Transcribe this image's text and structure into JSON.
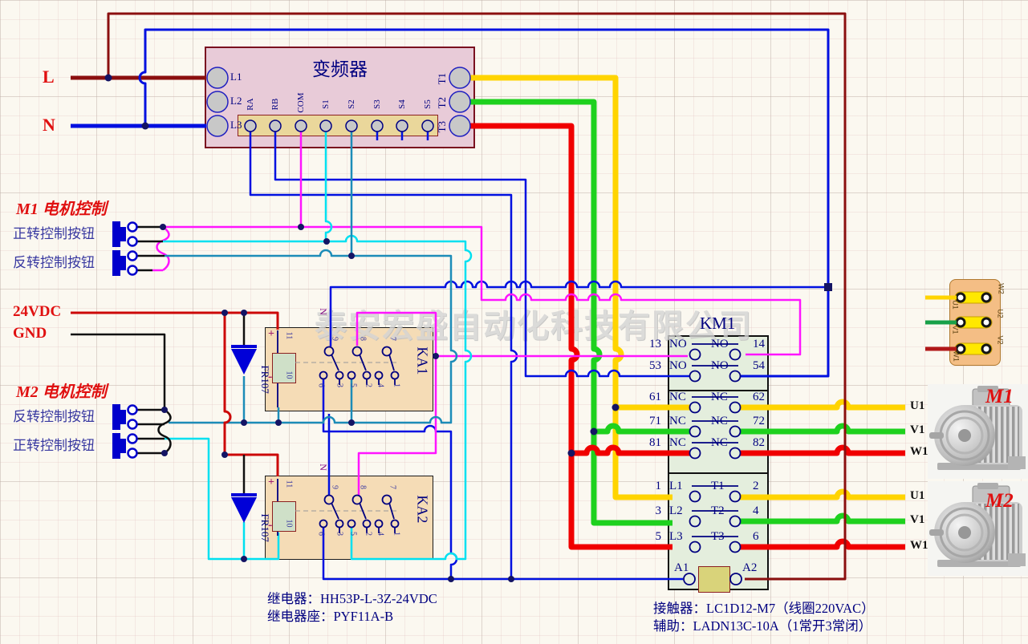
{
  "power": {
    "l": "L",
    "n": "N",
    "vdc": "24VDC",
    "gnd": "GND"
  },
  "inverter": {
    "title": "变频器",
    "left_terminals": [
      "L1",
      "L2",
      "L3"
    ],
    "bottom_terminals": [
      "RA",
      "RB",
      "COM",
      "S1",
      "S2",
      "S3",
      "S4",
      "S5"
    ],
    "right_terminals": [
      "T1",
      "T2",
      "T3"
    ]
  },
  "m1_control": {
    "title": "M1 电机控制",
    "forward": "正转控制按钮",
    "reverse": "反转控制按钮"
  },
  "m2_control": {
    "title": "M2 电机控制",
    "reverse": "反转控制按钮",
    "forward": "正转控制按钮"
  },
  "relays": {
    "ka1": "KA1",
    "ka2": "KA2",
    "diode": "FR107",
    "plus": "+",
    "minus": "-",
    "net_label": "N",
    "coil_pins": [
      "11",
      "10"
    ],
    "top_pins": [
      "9",
      "8",
      "7"
    ],
    "bottom_pins": [
      "6",
      "3",
      "5",
      "2",
      "4",
      "1"
    ]
  },
  "km1": {
    "title": "KM1",
    "rows": [
      {
        "left_num": "13",
        "left_label": "NO",
        "right_label": "NO",
        "right_num": "14"
      },
      {
        "left_num": "53",
        "left_label": "NO",
        "right_label": "NO",
        "right_num": "54"
      },
      {
        "left_num": "61",
        "left_label": "NC",
        "right_label": "NC",
        "right_num": "62"
      },
      {
        "left_num": "71",
        "left_label": "NC",
        "right_label": "NC",
        "right_num": "72"
      },
      {
        "left_num": "81",
        "left_label": "NC",
        "right_label": "NC",
        "right_num": "82"
      },
      {
        "left_num": "1",
        "left_label": "L1",
        "right_label": "T1",
        "right_num": "2"
      },
      {
        "left_num": "3",
        "left_label": "L2",
        "right_label": "T2",
        "right_num": "4"
      },
      {
        "left_num": "5",
        "left_label": "L3",
        "right_label": "T3",
        "right_num": "6"
      }
    ],
    "coil": {
      "a1": "A1",
      "a2": "A2"
    }
  },
  "terminal_block": {
    "rows": [
      {
        "left": "U1",
        "right": "W2"
      },
      {
        "left": "V1",
        "right": "U2"
      },
      {
        "left": "W1",
        "right": "V2"
      }
    ]
  },
  "motors": [
    {
      "name": "M1",
      "wires": [
        "U1",
        "V1",
        "W1"
      ]
    },
    {
      "name": "M2",
      "wires": [
        "U1",
        "V1",
        "W1"
      ]
    }
  ],
  "notes": {
    "relay": "继电器：HH53P-L-3Z-24VDC",
    "relay_socket": "继电器座：PYF11A-B",
    "contactor": "接触器：LC1D12-M7（线圈220VAC）",
    "aux": "辅助：LADN13C-10A（1常开3常闭）"
  },
  "watermark": "泰安宏盛自动化科技有限公司",
  "colors": {
    "wire_yellow": "#FFD400",
    "wire_green": "#1ED11E",
    "wire_red": "#F00000",
    "wire_dark_red": "#8B0F0F",
    "wire_blue": "#0010E0",
    "wire_magenta": "#FF14FF",
    "wire_cyan": "#00E0F0",
    "wire_teal": "#1C8CB8",
    "wire_black": "#101010",
    "label_red": "#E01010",
    "label_navy": "#000080"
  }
}
